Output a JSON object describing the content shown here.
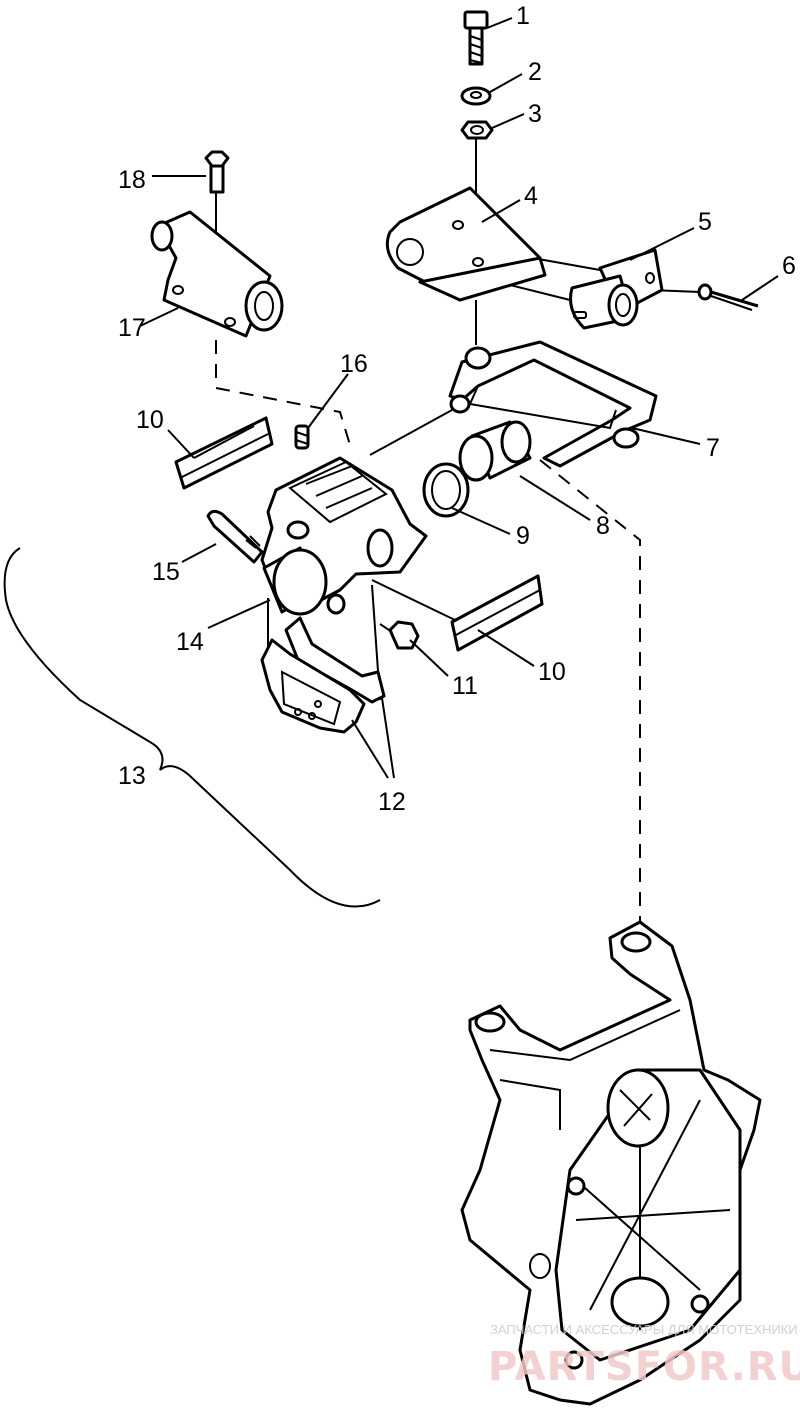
{
  "diagram": {
    "callouts": [
      {
        "id": "1",
        "part": "bolt"
      },
      {
        "id": "2",
        "part": "lock-washer"
      },
      {
        "id": "3",
        "part": "washer"
      },
      {
        "id": "4",
        "part": "bracket-plate"
      },
      {
        "id": "5",
        "part": "bushing-bracket"
      },
      {
        "id": "6",
        "part": "pin"
      },
      {
        "id": "7",
        "part": "mount-bracket"
      },
      {
        "id": "8",
        "part": "bushing"
      },
      {
        "id": "9",
        "part": "o-ring"
      },
      {
        "id": "10",
        "part": "brake-pad-shim"
      },
      {
        "id": "11",
        "part": "bleeder-nut"
      },
      {
        "id": "12",
        "part": "brake-pads"
      },
      {
        "id": "13",
        "part": "caliper-assembly"
      },
      {
        "id": "14",
        "part": "piston"
      },
      {
        "id": "15",
        "part": "hose-fitting"
      },
      {
        "id": "16",
        "part": "set-screw"
      },
      {
        "id": "17",
        "part": "master-cylinder-housing"
      },
      {
        "id": "18",
        "part": "screw"
      }
    ]
  },
  "watermark": {
    "small_text": "ЗАПЧАСТИ И АКСЕССУАРЫ ДЛЯ МОТОТЕХНИКИ",
    "brand_text": "PARTSFOR.RU",
    "color": "#d98c8c"
  }
}
